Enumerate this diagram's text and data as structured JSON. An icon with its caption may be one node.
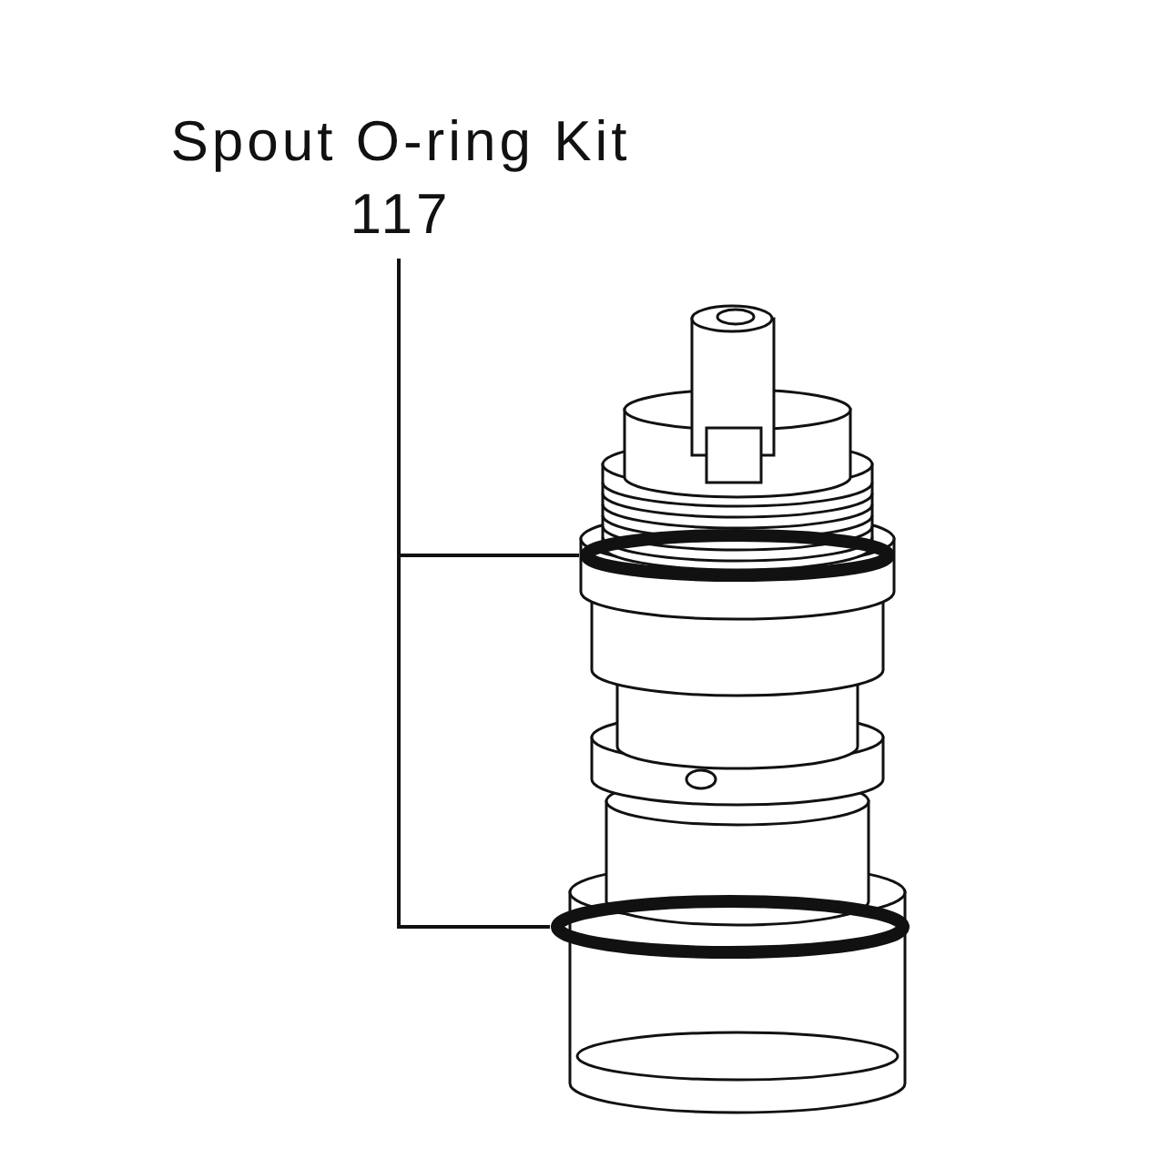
{
  "diagram": {
    "nodes": [
      {
        "text": [
          "Spout O-ring Kit",
          "117"
        ]
      },
      {
        "text": [],
        "shape": "ring"
      },
      {
        "text": [],
        "shape": "ring"
      }
    ],
    "edges": [
      {
        "from": 0,
        "to": 1,
        "arrow": "none"
      },
      {
        "from": 0,
        "to": 2,
        "arrow": "none"
      }
    ]
  }
}
